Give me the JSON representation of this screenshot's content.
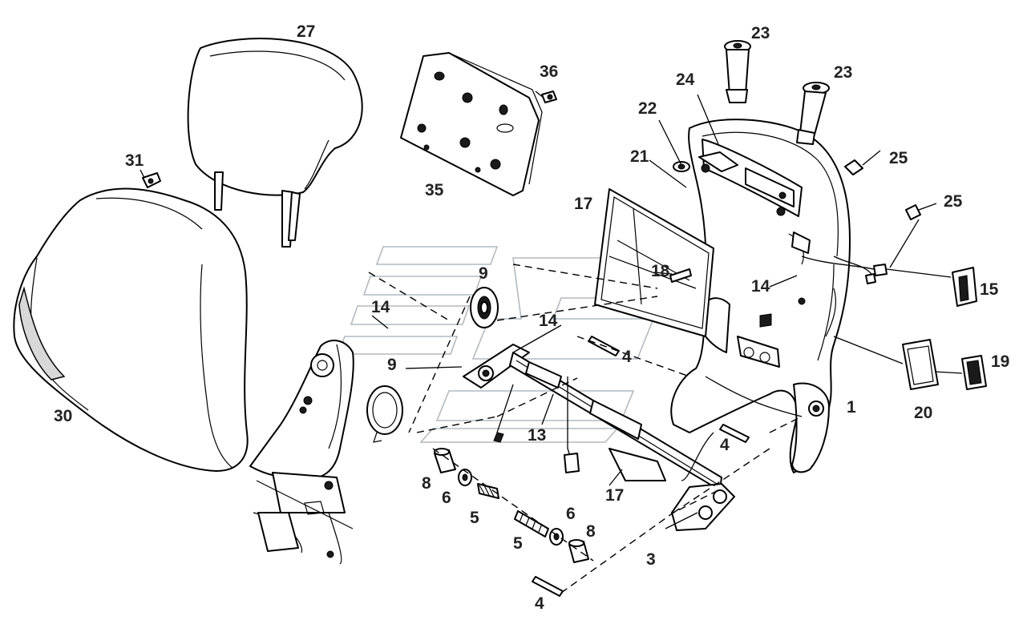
{
  "diagram": {
    "labels": {
      "p1": "1",
      "p3": "3",
      "p4a": "4",
      "p4b": "4",
      "p4c": "4",
      "p5a": "5",
      "p5b": "5",
      "p6a": "6",
      "p6b": "6",
      "p8a": "8",
      "p8b": "8",
      "p9a": "9",
      "p9b": "9",
      "p13": "13",
      "p14a": "14",
      "p14b": "14",
      "p14c": "14",
      "p15": "15",
      "p17a": "17",
      "p17b": "17",
      "p18": "18",
      "p19": "19",
      "p20": "20",
      "p21": "21",
      "p22": "22",
      "p23a": "23",
      "p23b": "23",
      "p24": "24",
      "p25a": "25",
      "p25b": "25",
      "p27": "27",
      "p30": "30",
      "p31": "31",
      "p35": "35",
      "p36": "36"
    }
  }
}
